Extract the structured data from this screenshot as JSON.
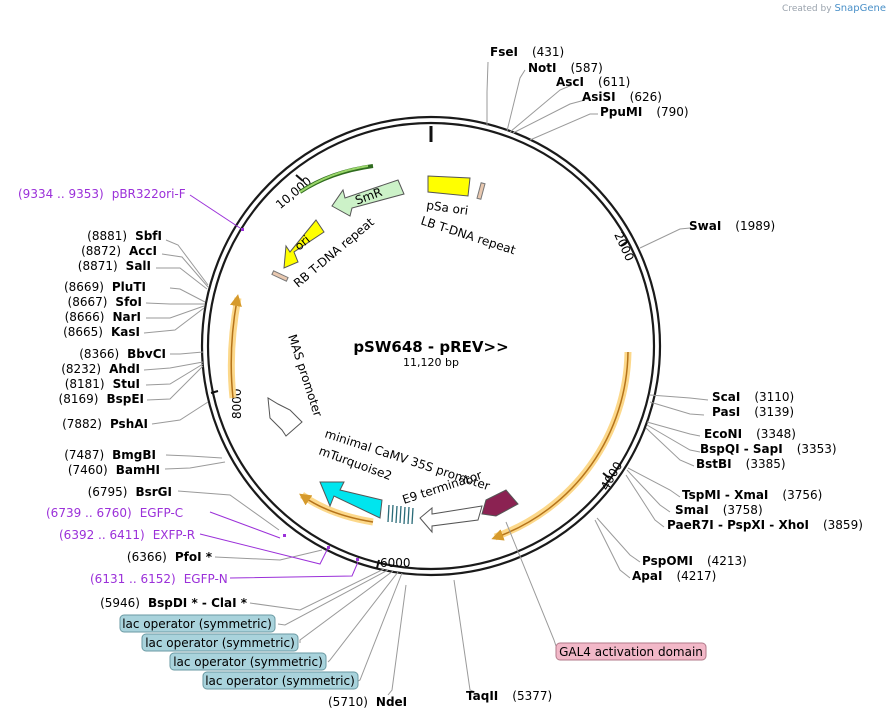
{
  "brand": {
    "created_by": "Created by",
    "name": "SnapGene"
  },
  "plasmid": {
    "name": "pSW648 - pREV>>",
    "length": "11,120 bp"
  },
  "ticks": [
    "10,000",
    "2000",
    "4000",
    "6000",
    "8000"
  ],
  "sites_right": [
    {
      "enzyme": "FseI",
      "pos": "(431)"
    },
    {
      "enzyme": "NotI",
      "pos": "(587)"
    },
    {
      "enzyme": "AscI",
      "pos": "(611)"
    },
    {
      "enzyme": "AsiSI",
      "pos": "(626)"
    },
    {
      "enzyme": "PpuMI",
      "pos": "(790)"
    },
    {
      "enzyme": "SwaI",
      "pos": "(1989)"
    },
    {
      "enzyme": "ScaI",
      "pos": "(3110)"
    },
    {
      "enzyme": "PasI",
      "pos": "(3139)"
    },
    {
      "enzyme": "EcoNI",
      "pos": "(3348)"
    },
    {
      "enzyme": "BspQI - SapI",
      "pos": "(3353)"
    },
    {
      "enzyme": "BstBI",
      "pos": "(3385)"
    },
    {
      "enzyme": "TspMI - XmaI",
      "pos": "(3756)"
    },
    {
      "enzyme": "SmaI",
      "pos": "(3758)"
    },
    {
      "enzyme": "PaeR7I - PspXI - XhoI",
      "pos": "(3859)"
    },
    {
      "enzyme": "PspOMI",
      "pos": "(4213)"
    },
    {
      "enzyme": "ApaI",
      "pos": "(4217)"
    },
    {
      "enzyme": "TaqII",
      "pos": "(5377)"
    },
    {
      "enzyme": "NdeI",
      "pos": "(5710)"
    }
  ],
  "sites_left": [
    {
      "enzyme": "SbfI",
      "pos": "(8881)"
    },
    {
      "enzyme": "AccI",
      "pos": "(8872)"
    },
    {
      "enzyme": "SalI",
      "pos": "(8871)"
    },
    {
      "enzyme": "PluTI",
      "pos": "(8669)"
    },
    {
      "enzyme": "SfoI",
      "pos": "(8667)"
    },
    {
      "enzyme": "NarI",
      "pos": "(8666)"
    },
    {
      "enzyme": "KasI",
      "pos": "(8665)"
    },
    {
      "enzyme": "BbvCI",
      "pos": "(8366)"
    },
    {
      "enzyme": "AhdI",
      "pos": "(8232)"
    },
    {
      "enzyme": "StuI",
      "pos": "(8181)"
    },
    {
      "enzyme": "BspEI",
      "pos": "(8169)"
    },
    {
      "enzyme": "PshAI",
      "pos": "(7882)"
    },
    {
      "enzyme": "BmgBI",
      "pos": "(7487)"
    },
    {
      "enzyme": "BamHI",
      "pos": "(7460)"
    },
    {
      "enzyme": "BsrGI",
      "pos": "(6795)"
    },
    {
      "enzyme": "PfoI *",
      "pos": "(6366)"
    },
    {
      "enzyme": "BspDI * - ClaI *",
      "pos": "(5946)"
    }
  ],
  "primers": [
    {
      "name": "pBR322ori-F",
      "range": "(9334 .. 9353)"
    },
    {
      "name": "EGFP-C",
      "range": "(6739 .. 6760)"
    },
    {
      "name": "EXFP-R",
      "range": "(6392 .. 6411)"
    },
    {
      "name": "EGFP-N",
      "range": "(6131 .. 6152)"
    }
  ],
  "features": {
    "smr": "SmR",
    "ori": "ori",
    "psa_ori": "pSa ori",
    "lb_repeat": "LB T-DNA repeat",
    "rb_repeat": "RB T-DNA repeat",
    "mas_promoter": "MAS promoter",
    "camv_promoter": "minimal CaMV 35S promoter",
    "mturquoise": "mTurquoise2",
    "e9_terminator": "E9 terminator",
    "gal4_domain": "GAL4 activation domain",
    "lac_operators": [
      "lac operator (symmetric)",
      "lac operator (symmetric)",
      "lac operator (symmetric)",
      "lac operator (symmetric)"
    ]
  },
  "colors": {
    "smr": "#ccf2c8",
    "ori": "#ffff00",
    "psa_ori": "#ffff00",
    "mturquoise": "#00e5ee",
    "e9_terminator": "#8b2252",
    "orf_glow": "#fcd88a",
    "lac_box": "#a9d3dc",
    "gal4_box": "#f2b8c8",
    "primer": "#9b30d9"
  }
}
